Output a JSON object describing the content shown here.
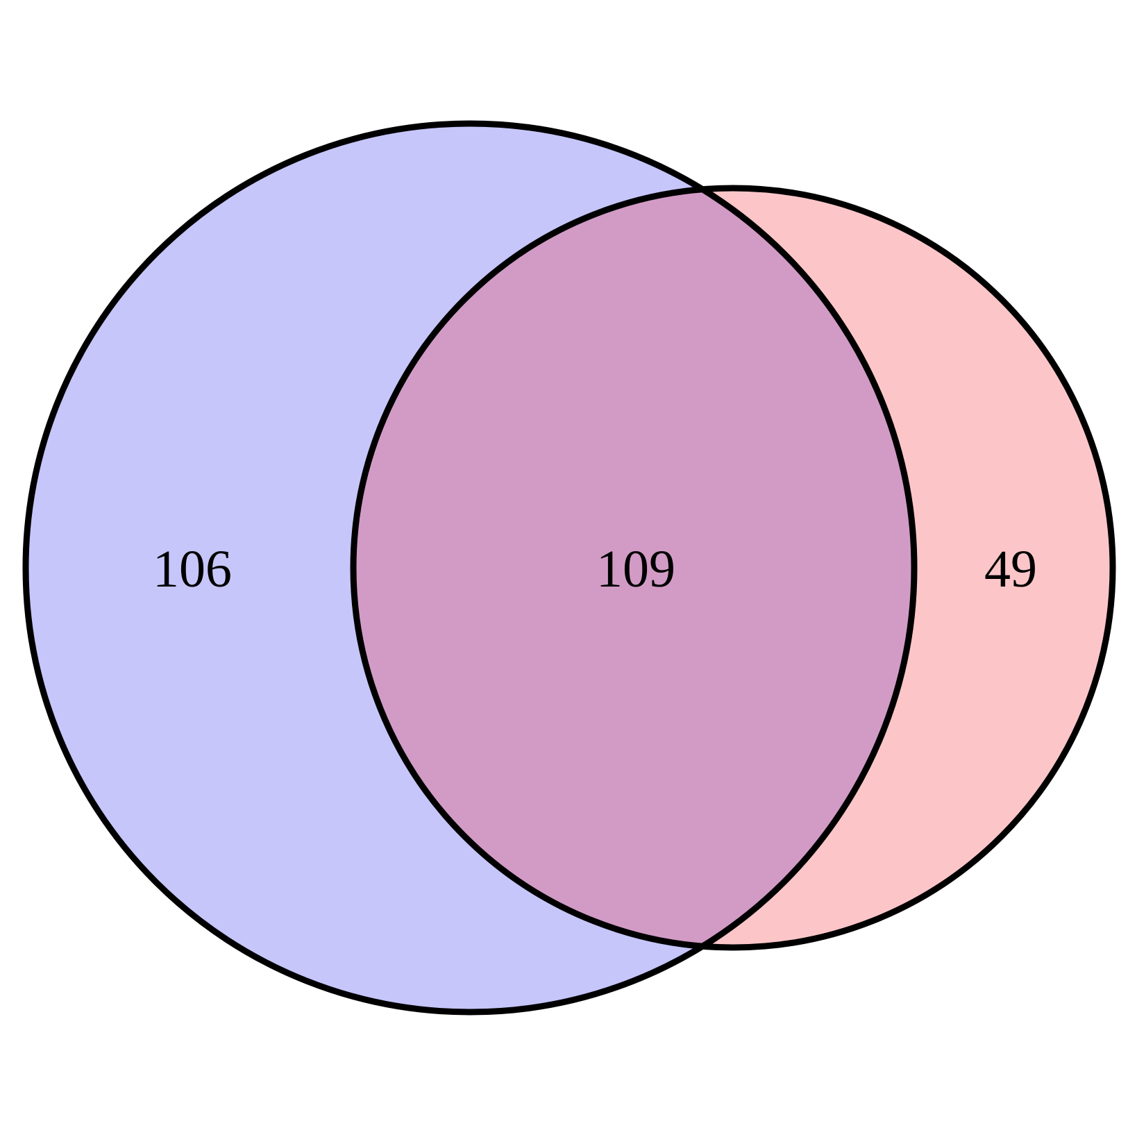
{
  "venn": {
    "sets": [
      {
        "id": "left",
        "fill": "#c6c6fb",
        "stroke": "#000000"
      },
      {
        "id": "right",
        "fill": "#fcc6c9",
        "stroke": "#000000"
      }
    ],
    "overlap_fill": "#d29bc6",
    "regions": {
      "left_only": "106",
      "both": "109",
      "right_only": "49"
    }
  }
}
